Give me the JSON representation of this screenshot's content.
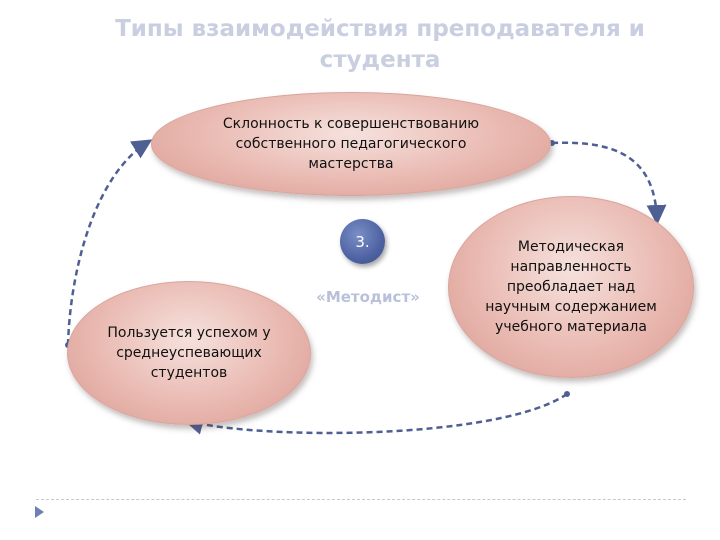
{
  "title": "Типы взаимодействия преподавателя и студента",
  "nodes": {
    "top": "Склонность к совершенствованию собственного педагогического мастерства",
    "right": "Методическая направленность преобладает над научным содержанием учебного материала",
    "left": "Пользуется успехом у среднеуспевающих студентов"
  },
  "badge": "3.",
  "role_label": "«Методист»",
  "colors": {
    "title": "#c9cee0",
    "ellipse_fill": "#e9b9b1",
    "badge": "#4f63a3",
    "connector": "#4e5f93",
    "role_label": "#b9c1da"
  },
  "icons": {
    "bullet": "triangle-bullet-icon"
  }
}
